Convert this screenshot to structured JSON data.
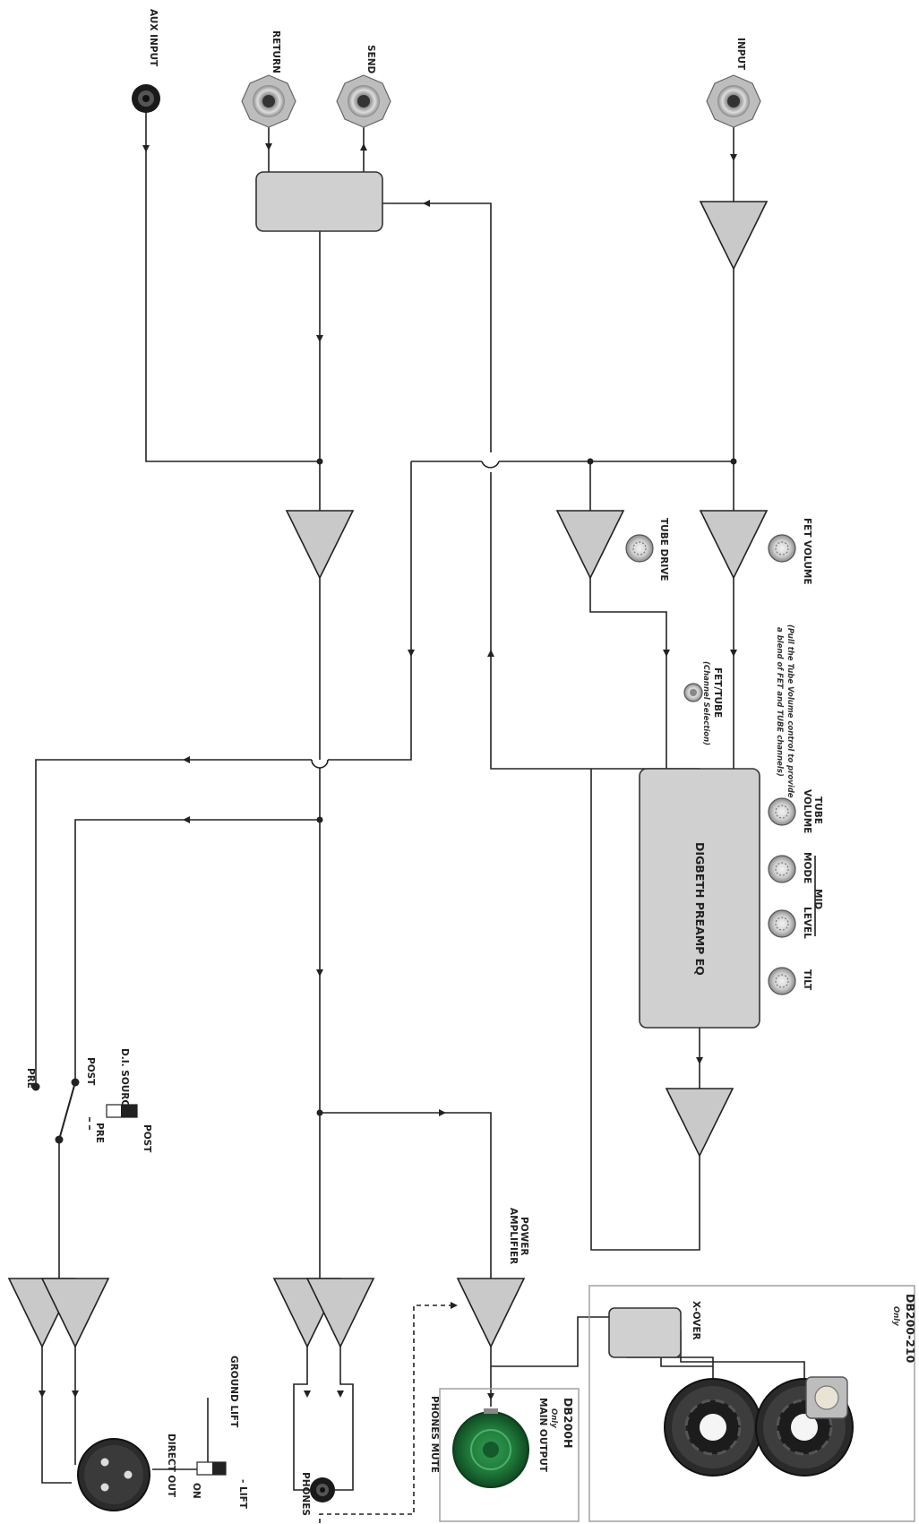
{
  "labels": {
    "aux_input": "AUX INPUT",
    "return": "RETURN",
    "send": "SEND",
    "input": "INPUT",
    "fet_volume": "FET VOLUME",
    "tube_drive": "TUBE DRIVE",
    "fet_tube": "FET/TUBE",
    "channel_selection": "(Channel Selection)",
    "pull_note_1": "(Pull the Tube Volume control to provide",
    "pull_note_2": "a blend of FET and TUBE channels)",
    "tube_volume_1": "TUBE",
    "tube_volume_2": "VOLUME",
    "mid": "MID",
    "mode": "MODE",
    "level": "LEVEL",
    "tilt": "TILT",
    "preamp_eq": "DIGBETH PREAMP EQ",
    "di_source": "D.I. SOURCE",
    "pre": "PRE",
    "post": "POST",
    "switch_pre": "PRE",
    "switch_post": "POST",
    "power_amp_1": "POWER",
    "power_amp_2": "AMPLIFIER",
    "ground_lift": "GROUND LIFT",
    "lift": "- LIFT",
    "on": "ON",
    "direct_out": "DIRECT OUT",
    "phones": "PHONES",
    "phones_mute": "PHONES MUTE",
    "db200h": "DB200H",
    "db200h_only": "Only",
    "main_output": "MAIN OUTPUT",
    "db200_210": "DB200-210",
    "db200_210_only": "Only",
    "xover": "X-OVER"
  },
  "colors": {
    "wire": "#222222",
    "block_fill": "#d0d0d0",
    "amp_fill": "#c9c9c9",
    "speakon_green": "#1f7a3a",
    "speaker_dark": "#2a2a2a"
  }
}
